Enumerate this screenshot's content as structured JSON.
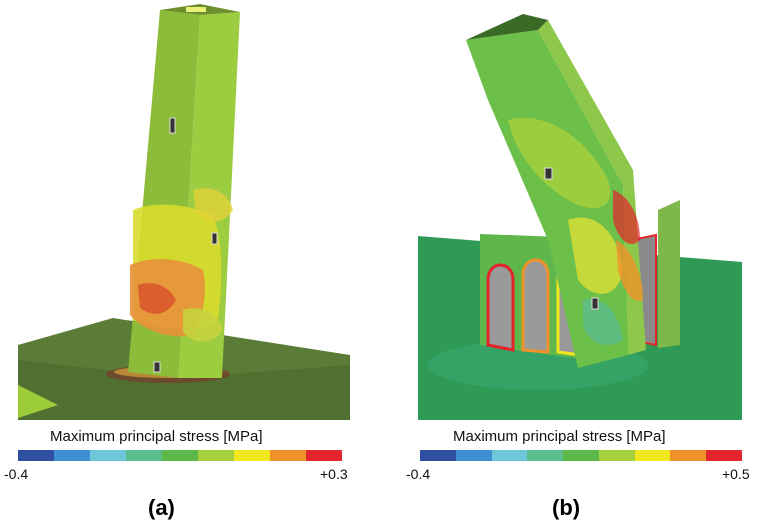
{
  "panels": [
    {
      "caption": "(a)",
      "legend_title": "Maximum principal stress [MPa]",
      "min_label": "-0.4",
      "max_label": "+0.3"
    },
    {
      "caption": "(b)",
      "legend_title": "Maximum principal stress [MPa]",
      "min_label": "-0.4",
      "max_label": "+0.5"
    }
  ],
  "colorscale": [
    "#2f4fa3",
    "#3e8fd4",
    "#6cc7d8",
    "#5cbd8c",
    "#5db84a",
    "#a5cf3c",
    "#f1e71c",
    "#f0922a",
    "#e3242b"
  ]
}
